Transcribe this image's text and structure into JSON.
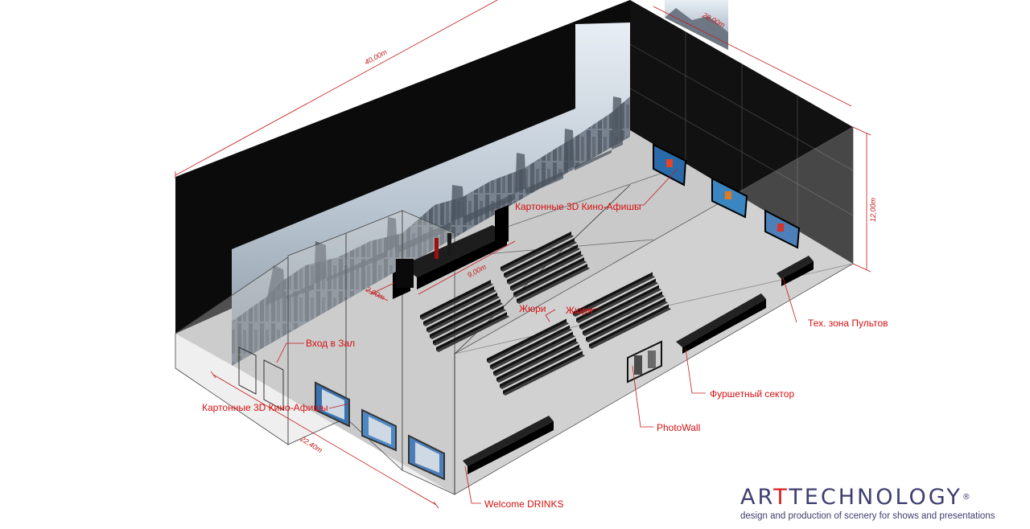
{
  "dimensions": {
    "length": "40,00m",
    "depth": "28,00m",
    "height": "12,00m",
    "front": "22,40m",
    "stage_width": "9,00m",
    "stage_depth": "2,00m"
  },
  "labels": {
    "posters_back": "Картонные 3D Кино-Афишы",
    "posters_front": "Картонные 3D Кино-Афишы",
    "entrance": "Вход в Зал",
    "jury_1": "Жюри",
    "jury_2": "Жюри",
    "tech_zone": "Тех. зона Пультов",
    "buffet": "Фуршетный сектор",
    "photowall": "PhotoWall",
    "welcome": "Welcome DRINKS"
  },
  "brand": {
    "name_prefix": "AR",
    "name_accent": "T",
    "name_suffix": "TECHNOLOGY",
    "registered": "®",
    "tagline": "design and production of scenery for shows and presentations"
  },
  "colors": {
    "wall": "#0b0b0b",
    "floor": "#c7c7c7",
    "annotation": "#d61010",
    "brand": "#3e3e70"
  }
}
